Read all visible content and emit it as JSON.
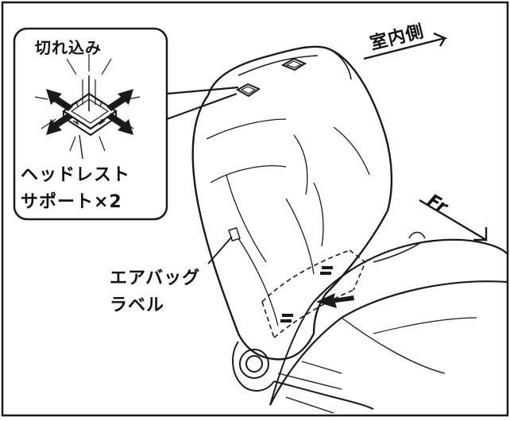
{
  "labels": {
    "cut": "切れ込み",
    "support_line1": "ヘッドレスト",
    "support_line2": "サポート×2",
    "interior": "室内側",
    "front": "Fr",
    "airbag_line1": "エアバッグ",
    "airbag_line2": "ラベル"
  },
  "colors": {
    "line": "#1a1a1a",
    "background": "#ffffff",
    "arrow_fill": "#1a1a1a"
  }
}
